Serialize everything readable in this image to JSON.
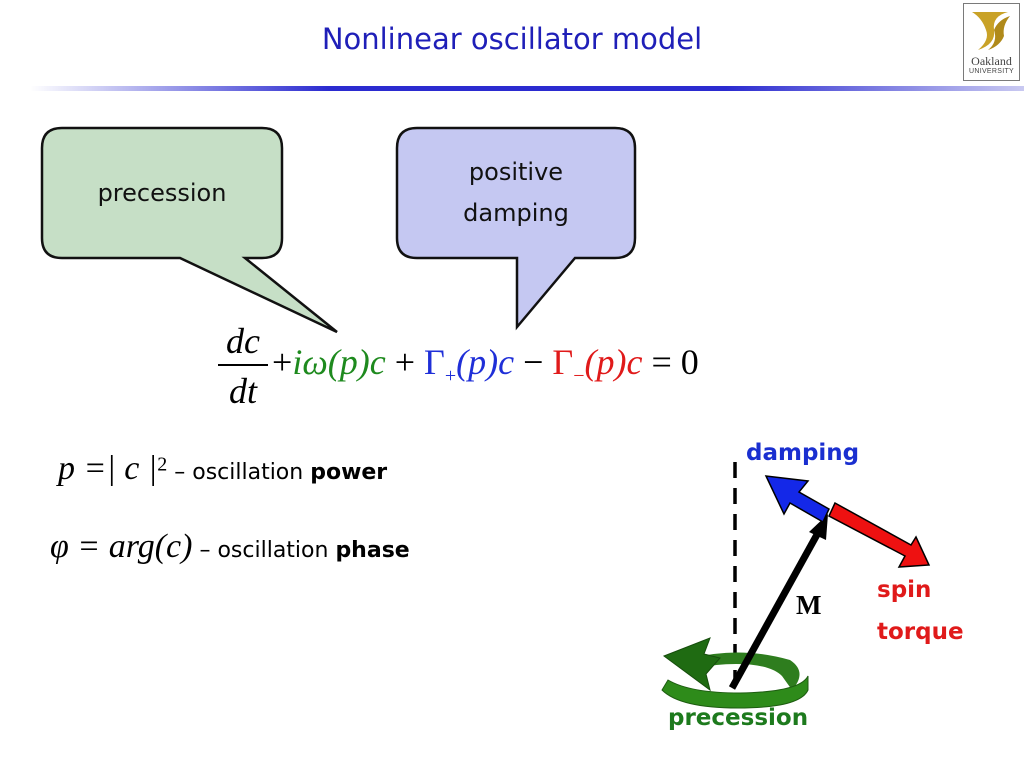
{
  "slide": {
    "title": "Nonlinear oscillator model",
    "logo": {
      "line1": "Oakland",
      "line2": "UNIVERSITY"
    }
  },
  "callouts": {
    "precession": "precession",
    "positive_damping_line1": "positive",
    "positive_damping_line2": "damping"
  },
  "equation": {
    "numerator": "dc",
    "denominator": "dt",
    "plus1": "+",
    "term1": "iω(p)c",
    "plus2": "+",
    "gamma_plus": "Γ",
    "gamma_plus_sub": "+",
    "term2": "(p)c",
    "minus": "−",
    "gamma_minus": "Γ",
    "gamma_minus_sub": "−",
    "term3": "(p)c",
    "equals_zero": "= 0"
  },
  "definitions": [
    {
      "math": "p =| c |",
      "sup": "2",
      "dash": "– oscillation ",
      "bold": "power"
    },
    {
      "math": "φ = arg(c)",
      "dash": "– oscillation ",
      "bold": "phase"
    }
  ],
  "diagram": {
    "damping_label": "damping",
    "spin_label": "spin",
    "torque_label": "torque",
    "m_label": "M",
    "precession_label": "precession"
  },
  "colors": {
    "title": "#1f1fb8",
    "green_callout": "#c6dfc6",
    "blue_callout": "#c5c8f2",
    "precession_term": "#1e8a1e",
    "damping_term": "#1f2fd8",
    "torque_term": "#e01a1a"
  }
}
